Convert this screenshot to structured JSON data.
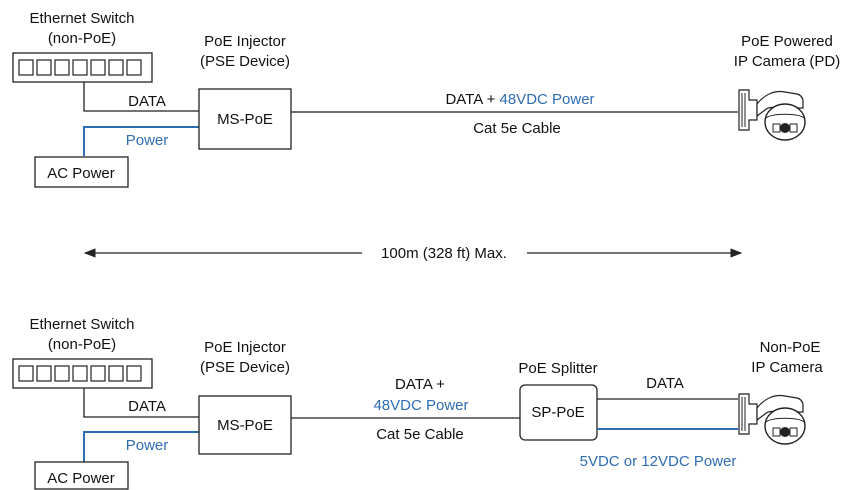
{
  "top": {
    "switch_title_1": "Ethernet Switch",
    "switch_title_2": "(non-PoE)",
    "injector_title_1": "PoE Injector",
    "injector_title_2": "(PSE Device)",
    "injector_box": "MS-PoE",
    "data_label": "DATA",
    "power_label": "Power",
    "ac_power": "AC Power",
    "line_label_data": "DATA + ",
    "line_label_power": "48VDC Power",
    "cable_label": "Cat 5e Cable",
    "camera_title_1": "PoE Powered",
    "camera_title_2": "IP Camera (PD)"
  },
  "distance_label": "100m (328 ft) Max.",
  "bottom": {
    "switch_title_1": "Ethernet Switch",
    "switch_title_2": "(non-PoE)",
    "injector_title_1": "PoE Injector",
    "injector_title_2": "(PSE Device)",
    "injector_box": "MS-PoE",
    "data_label": "DATA",
    "power_label": "Power",
    "ac_power": "AC Power",
    "line_label_data": "DATA +",
    "line_label_power": "48VDC Power",
    "cable_label": "Cat 5e Cable",
    "splitter_title": "PoE Splitter",
    "splitter_box": "SP-PoE",
    "splitter_data_label": "DATA",
    "splitter_power_label": "5VDC or 12VDC Power",
    "camera_title_1": "Non-PoE",
    "camera_title_2": "IP Camera"
  },
  "colors": {
    "power_line": "#2f6db3",
    "data_line": "#222222"
  },
  "icons": [
    "ethernet-switch-icon",
    "ip-camera-icon"
  ]
}
